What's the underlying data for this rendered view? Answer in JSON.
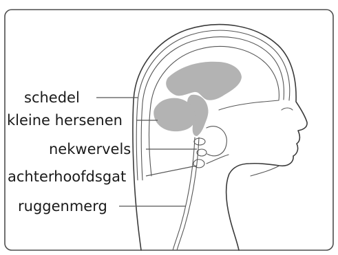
{
  "labels": {
    "skull": "schedel",
    "cerebellum": "kleine hersenen",
    "cervical_vertebrae": "nekwervels",
    "foramen_magnum": "achterhoofdsgat",
    "spinal_cord": "ruggenmerg"
  },
  "colors": {
    "frame": "#4d4d4d",
    "brain_fill": "#b3b3b3",
    "outline": "#3a3a3a",
    "text": "#1a1a1a"
  }
}
